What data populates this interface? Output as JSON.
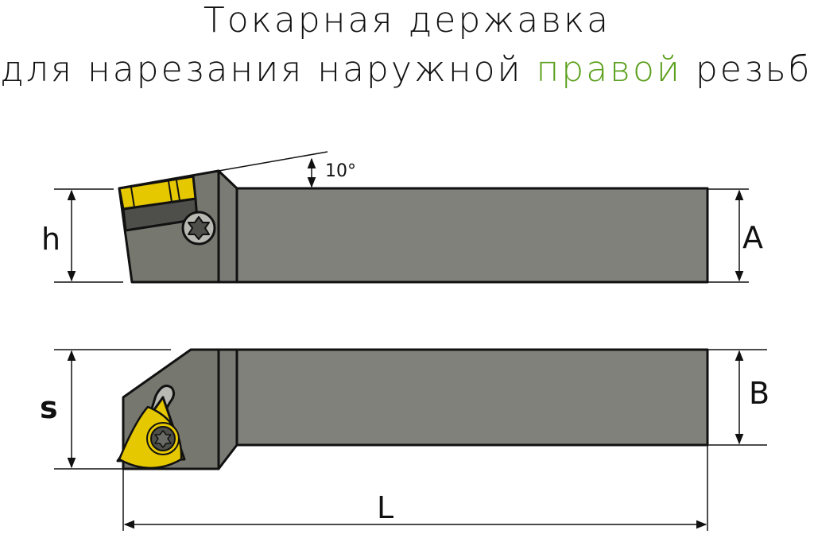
{
  "title": {
    "line1": "Токарная державка",
    "line2_prefix": "для нарезания наружной ",
    "line2_highlight": "правой",
    "line2_suffix": " резьбы",
    "highlight_color": "#5a9e1a"
  },
  "dimensions": {
    "h": "h",
    "A": "A",
    "s": "s",
    "B": "B",
    "L": "L",
    "angle": "10°"
  },
  "colors": {
    "body": "#80817b",
    "head": "#76776f",
    "insert": "#e6c800",
    "seat": "#4e4f4a"
  }
}
